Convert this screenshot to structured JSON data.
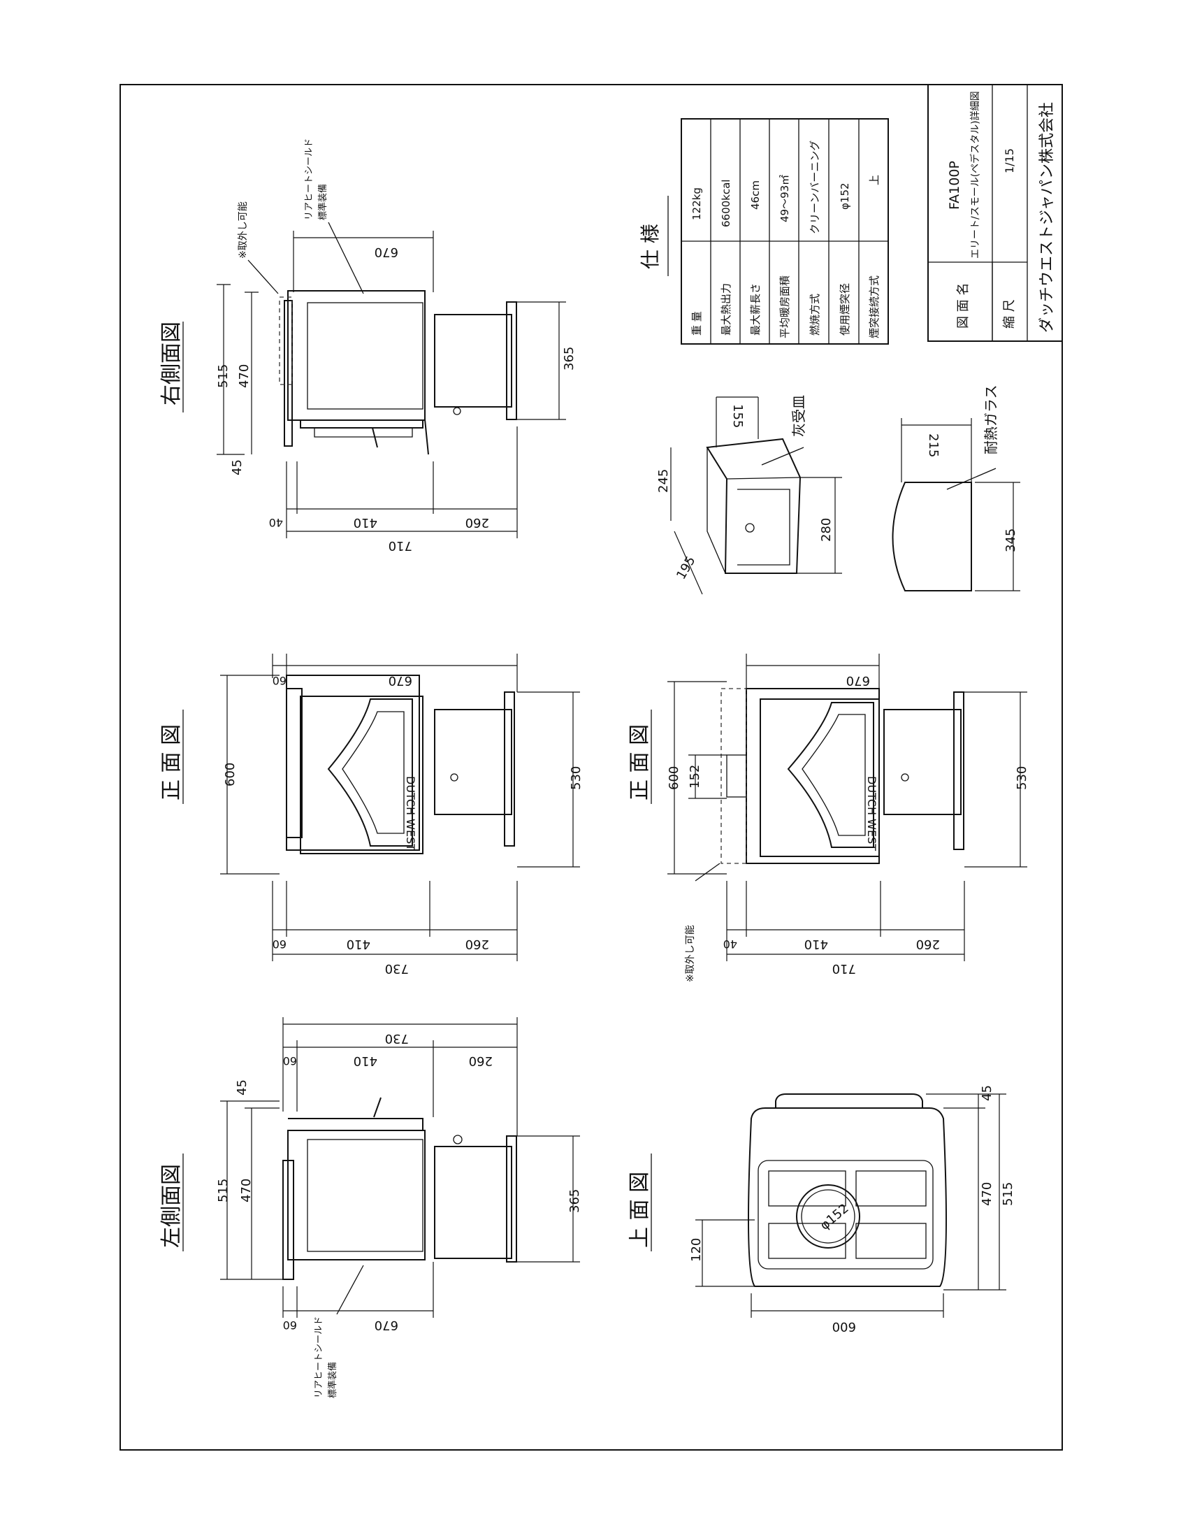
{
  "views": {
    "left_side": {
      "title": "左側面図",
      "shield_note": "リアヒートシールド",
      "shield_note2": "標準装備",
      "dims": {
        "h515": "515",
        "h470": "470",
        "h45": "45",
        "h365": "365",
        "w60": "60",
        "w670": "670",
        "w730": "730",
        "w410": "410",
        "w260": "260",
        "w60b": "60"
      }
    },
    "front_top": {
      "title": "正 面 図",
      "dims": {
        "h600": "600",
        "h530": "530",
        "w60": "60",
        "w670": "670",
        "w60b": "60",
        "w410": "410",
        "w260": "260",
        "w730": "730"
      },
      "brand": "DUTCH WEST"
    },
    "right_side": {
      "title": "右側面図",
      "removable_note": "※取外し可能",
      "shield_note": "リアヒートシールド",
      "shield_note2": "標準装備",
      "dims": {
        "h515": "515",
        "h470": "470",
        "h45": "45",
        "h365": "365",
        "w670": "670",
        "w40": "40",
        "w410": "410",
        "w260": "260",
        "w710": "710"
      }
    },
    "top_view": {
      "title": "上 面 図",
      "dims": {
        "h120": "120",
        "h45": "45",
        "h470": "470",
        "h515": "515",
        "w600": "600",
        "flue": "φ152"
      }
    },
    "front_bottom": {
      "title": "正 面 図",
      "removable_note": "※取外し可能",
      "brand": "DUTCH WEST",
      "dims": {
        "h600": "600",
        "h152": "152",
        "h530": "530",
        "w670": "670",
        "w40": "40",
        "w410": "410",
        "w260": "260",
        "w710": "710"
      }
    },
    "ash_pan": {
      "label": "灰受皿",
      "dims": {
        "d155": "155",
        "d245": "245",
        "d195": "195",
        "d280": "280"
      }
    },
    "glass": {
      "label": "耐熱ガラス",
      "dims": {
        "d215": "215",
        "d345": "345"
      }
    }
  },
  "specs": {
    "title": "仕 様",
    "rows": [
      {
        "label": "重 量",
        "value": "122kg"
      },
      {
        "label": "最大熱出力",
        "value": "6600kcal"
      },
      {
        "label": "最大薪長さ",
        "value": "46cm"
      },
      {
        "label": "平均暖房面積",
        "value": "49〜93㎡"
      },
      {
        "label": "燃焼方式",
        "value": "クリーンバーニング"
      },
      {
        "label": "使用煙突径",
        "value": "φ152"
      },
      {
        "label": "煙突接続方式",
        "value": "上"
      }
    ]
  },
  "title_block": {
    "drawing_name_label": "図 面 名",
    "model": "FA100P",
    "model_desc": "エリート/スモール(ペデスタル)詳細図",
    "scale_label": "縮 尺",
    "scale": "1/15",
    "company": "ダッチウエストジャパン株式会社"
  }
}
